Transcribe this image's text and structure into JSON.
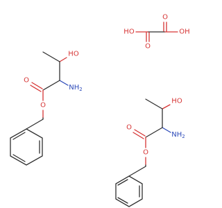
{
  "colors": {
    "carbon_bond": "#2f2f2f",
    "oxygen": "#d63434",
    "nitrogen": "#2a48b8",
    "background": "#ffffff"
  },
  "labels": {
    "oxalic_ho_left": "HO",
    "oxalic_oh_right": "OH",
    "oxalic_o_top": "O",
    "oxalic_o_bottom": "O",
    "thr1_ho": "HO",
    "thr1_o_carbonyl": "O",
    "thr1_o_ester": "O",
    "thr1_nh2": "NH",
    "thr1_nh2_sub": "2",
    "thr2_ho": "HO",
    "thr2_o_carbonyl": "O",
    "thr2_o_ester": "O",
    "thr2_nh2": "NH",
    "thr2_nh2_sub": "2"
  }
}
